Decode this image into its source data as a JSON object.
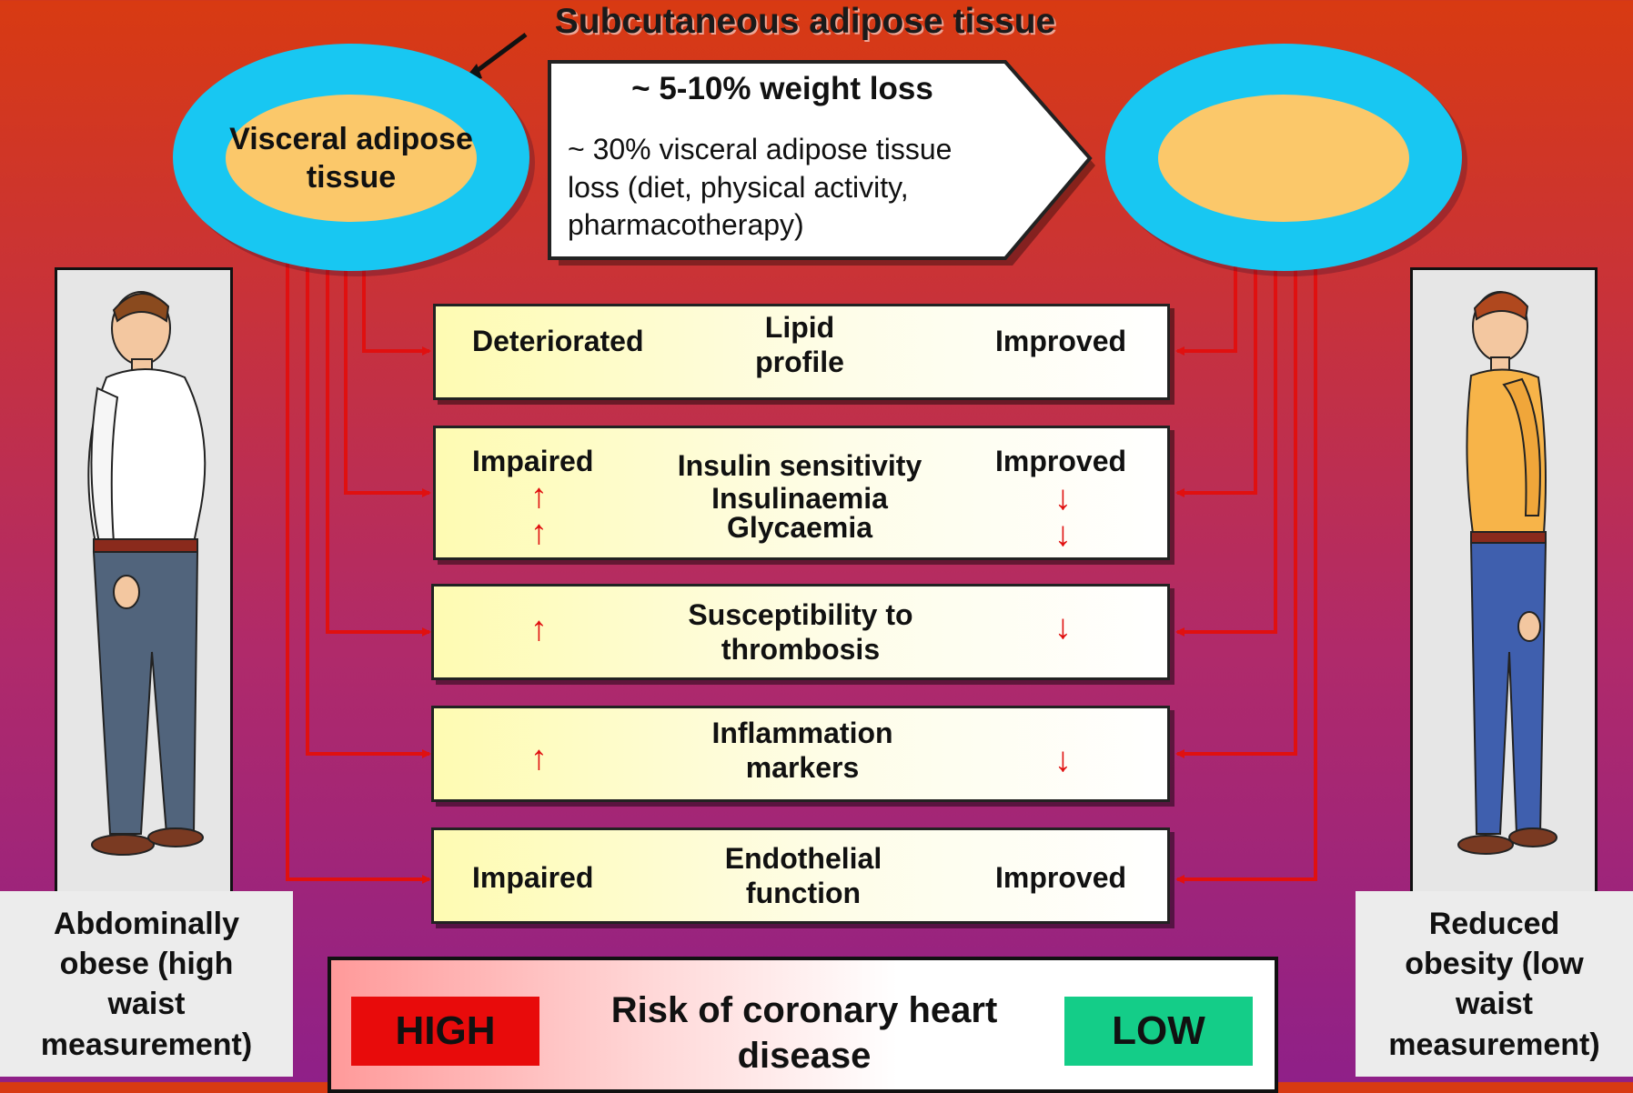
{
  "title": "Subcutaneous adipose tissue",
  "visceral_label": "Visceral adipose tissue",
  "weight_loss": {
    "heading": "~ 5-10% weight loss",
    "body": "~ 30% visceral adipose tissue loss (diet, physical activity, pharmacotherapy)"
  },
  "colors": {
    "subcutaneous": "#18c7f2",
    "visceral": "#fbc86a",
    "arrow": "#e01010",
    "high": "#e80b0b",
    "low": "#14cd88"
  },
  "rows": [
    {
      "center": "Lipid profile",
      "left": "Deteriorated",
      "right": "Improved"
    },
    {
      "center": "Insulin sensitivity",
      "left": "Impaired",
      "right": "Improved",
      "sub1": "Insulinaemia",
      "sub2": "Glycaemia",
      "left_arrow": "↑",
      "right_arrow": "↓"
    },
    {
      "center": "Susceptibility to thrombosis",
      "left": "↑",
      "right": "↓"
    },
    {
      "center": "Inflammation markers",
      "left": "↑",
      "right": "↓"
    },
    {
      "center": "Endothelial function",
      "left": "Impaired",
      "right": "Improved"
    }
  ],
  "left_caption": "Abdominally obese (high waist measurement)",
  "right_caption": "Reduced obesity (low waist measurement)",
  "risk": {
    "high": "HIGH",
    "text": "Risk of coronary heart disease",
    "low": "LOW"
  },
  "figures": {
    "left": "obese-man-figure",
    "right": "slim-man-figure"
  }
}
